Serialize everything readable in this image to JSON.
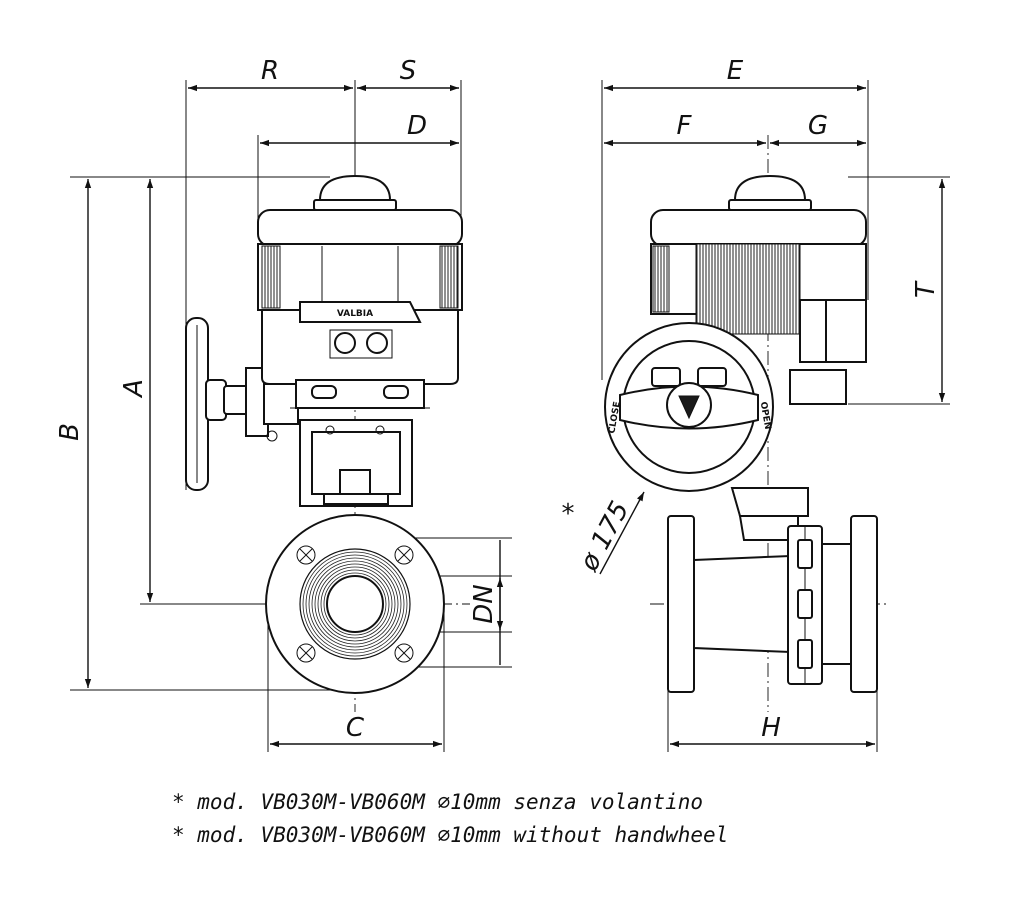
{
  "dimensions": {
    "R": "R",
    "S": "S",
    "D": "D",
    "A": "A",
    "B": "B",
    "C": "C",
    "DN": "DN",
    "E": "E",
    "F": "F",
    "G": "G",
    "T": "T",
    "H": "H",
    "handwheel_diameter": "ø 175",
    "asterisk": "*"
  },
  "labels": {
    "brand": "VALBIA",
    "close": "CLOSE",
    "open": "OPEN"
  },
  "notes": [
    "* mod. VB030M-VB060M ∅10mm senza volantino",
    "* mod. VB030M-VB060M ∅10mm without handwheel"
  ]
}
